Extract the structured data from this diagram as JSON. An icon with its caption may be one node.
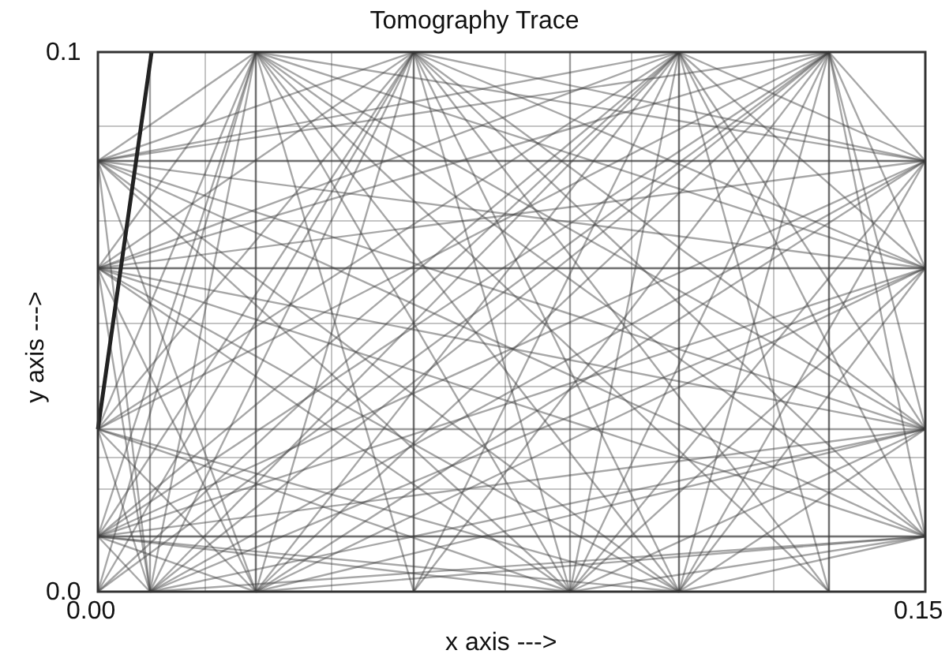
{
  "diagram": {
    "title": "Tomography Trace",
    "labels": [
      "0.1",
      "0.0",
      "0.00",
      "0.15",
      "x axis --->",
      "y axis --->"
    ]
  }
}
